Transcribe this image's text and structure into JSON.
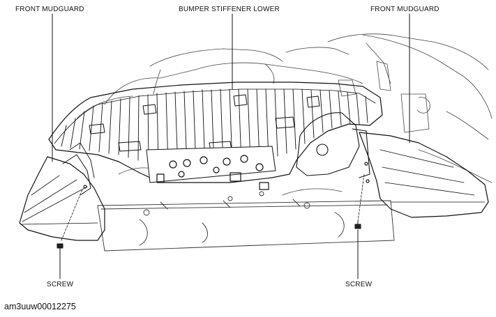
{
  "labels": {
    "front_mudguard_left": "FRONT MUDGUARD",
    "bumper_stiffener_lower": "BUMPER STIFFENER LOWER",
    "front_mudguard_right": "FRONT MUDGUARD",
    "screw_left": "SCREW",
    "screw_right": "SCREW"
  },
  "figure_code": "am3uuw00012275"
}
